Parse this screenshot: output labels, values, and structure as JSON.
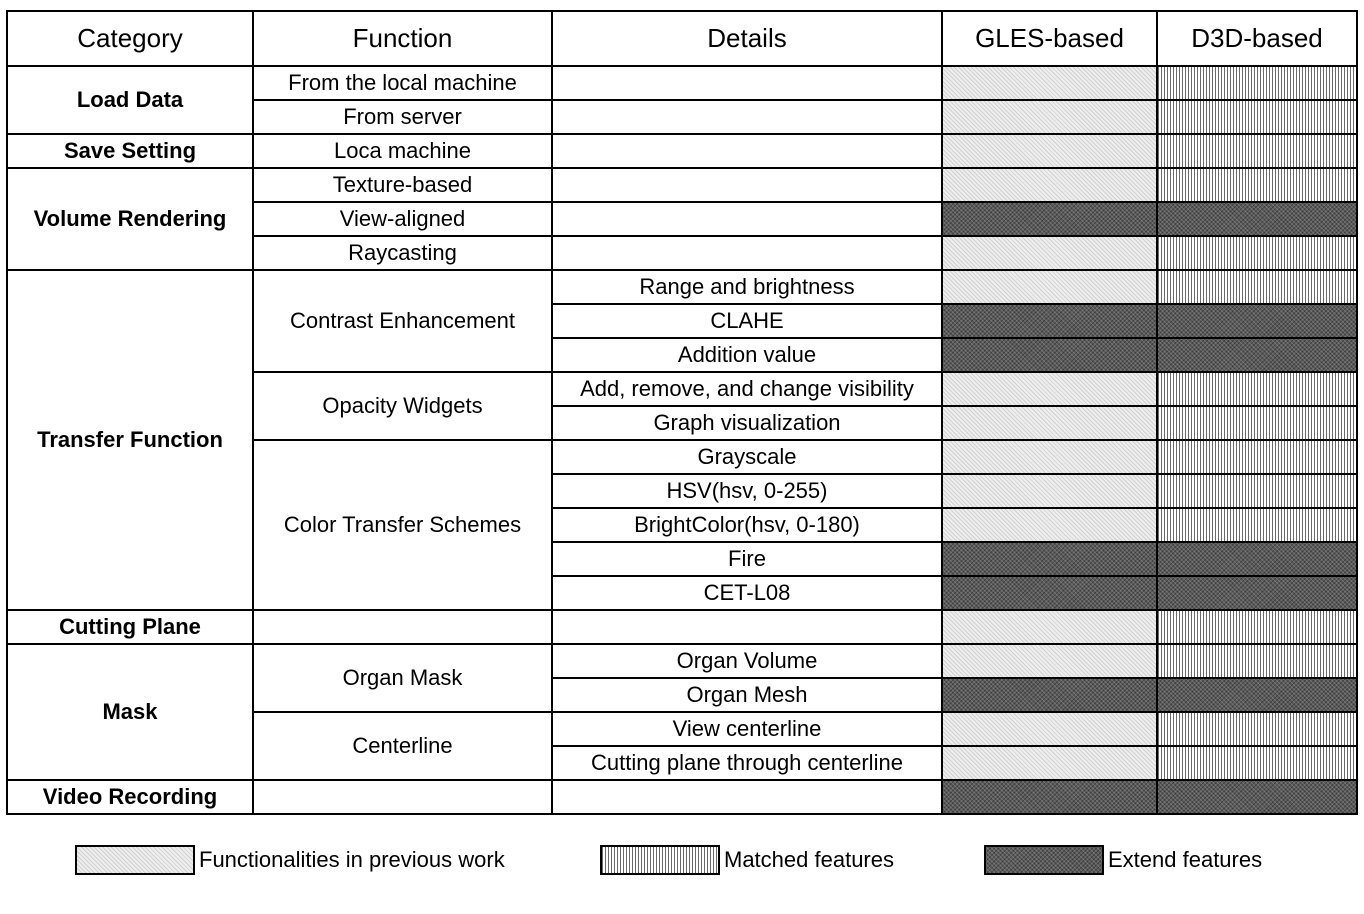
{
  "header": {
    "category": "Category",
    "function": "Function",
    "details": "Details",
    "gles": "GLES-based",
    "d3d": "D3D-based"
  },
  "rows": [
    {
      "category": "Load Data",
      "category_span": 2,
      "function": "From the local machine",
      "function_span": 1,
      "details": "",
      "gles": "previous",
      "d3d": "matched"
    },
    {
      "function": "From server",
      "function_span": 1,
      "details": "",
      "gles": "previous",
      "d3d": "matched"
    },
    {
      "category": "Save Setting",
      "category_span": 1,
      "function": "Loca machine",
      "function_span": 1,
      "details": "",
      "gles": "previous",
      "d3d": "matched"
    },
    {
      "category": "Volume Rendering",
      "category_span": 3,
      "function": "Texture-based",
      "function_span": 1,
      "details": "",
      "gles": "previous",
      "d3d": "matched"
    },
    {
      "function": "View-aligned",
      "function_span": 1,
      "details": "",
      "gles": "extend",
      "d3d": "extend"
    },
    {
      "function": "Raycasting",
      "function_span": 1,
      "details": "",
      "gles": "previous",
      "d3d": "matched"
    },
    {
      "category": "Transfer Function",
      "category_span": 10,
      "function": "Contrast Enhancement",
      "function_span": 3,
      "details": "Range and brightness",
      "gles": "previous",
      "d3d": "matched"
    },
    {
      "details": "CLAHE",
      "gles": "extend",
      "d3d": "extend"
    },
    {
      "details": "Addition value",
      "gles": "extend",
      "d3d": "extend"
    },
    {
      "function": "Opacity Widgets",
      "function_span": 2,
      "details": "Add, remove, and change visibility",
      "gles": "previous",
      "d3d": "matched"
    },
    {
      "details": "Graph visualization",
      "gles": "previous",
      "d3d": "matched"
    },
    {
      "function": "Color Transfer Schemes",
      "function_span": 5,
      "details": "Grayscale",
      "gles": "previous",
      "d3d": "matched"
    },
    {
      "details": "HSV(hsv, 0-255)",
      "gles": "previous",
      "d3d": "matched"
    },
    {
      "details": "BrightColor(hsv, 0-180)",
      "gles": "previous",
      "d3d": "matched"
    },
    {
      "details": "Fire",
      "gles": "extend",
      "d3d": "extend"
    },
    {
      "details": "CET-L08",
      "gles": "extend",
      "d3d": "extend"
    },
    {
      "category": "Cutting Plane",
      "category_span": 1,
      "function": "",
      "function_span": 1,
      "details": "",
      "gles": "previous",
      "d3d": "matched"
    },
    {
      "category": "Mask",
      "category_span": 4,
      "function": "Organ Mask",
      "function_span": 2,
      "details": "Organ Volume",
      "gles": "previous",
      "d3d": "matched"
    },
    {
      "details": "Organ Mesh",
      "gles": "extend",
      "d3d": "extend"
    },
    {
      "function": "Centerline",
      "function_span": 2,
      "details": "View centerline",
      "gles": "previous",
      "d3d": "matched"
    },
    {
      "details": "Cutting plane through centerline",
      "gles": "previous",
      "d3d": "matched"
    },
    {
      "category": "Video Recording",
      "category_span": 1,
      "function": "",
      "function_span": 1,
      "details": "",
      "gles": "extend",
      "d3d": "extend"
    }
  ],
  "legend": {
    "previous": "Functionalities in previous work",
    "matched": "Matched features",
    "extend": "Extend features"
  }
}
